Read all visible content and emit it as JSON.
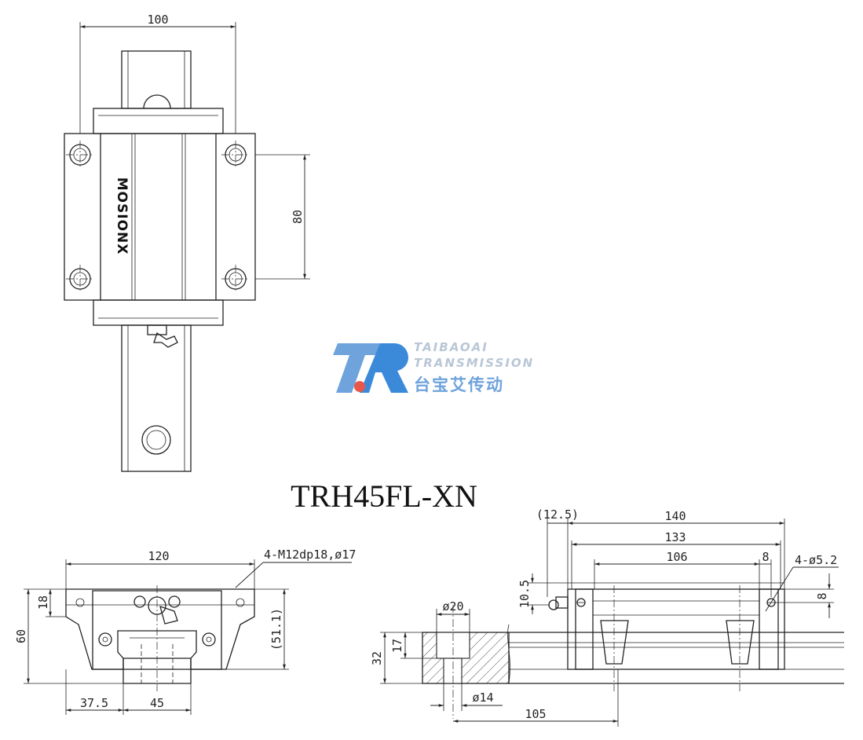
{
  "title": "TRH45FL-XN",
  "brand_logo_text": "MOSIONX",
  "watermark": {
    "line1": "TAIBAOAI",
    "line2": "TRANSMISSION",
    "line3": "台宝艾传动",
    "colors": {
      "light": "#6fa3db",
      "dark": "#3b8ad9",
      "dot": "#e8574a"
    }
  },
  "top_view": {
    "width_dim": "100",
    "hole_pitch_dim": "80"
  },
  "front_view": {
    "width_dim": "120",
    "hole_callout": "4-M12dp18,ø17",
    "height_dim": "60",
    "flange_dim": "18",
    "rail_top_dim": "(51.1)",
    "offset_dim": "37.5",
    "rail_width_dim": "45"
  },
  "side_view": {
    "lube_dim": "(12.5)",
    "length_dim": "140",
    "body_dim": "133",
    "bolt_pitch_dim": "106",
    "end_dim": "8",
    "pin_callout": "4-ø5.2",
    "pin_height_dim": "8",
    "nipple_height_dim": "10.5",
    "rail_hole_dim": "ø20",
    "rail_bore_dim": "ø14",
    "rail_height_dim": "32",
    "counterbore_dim": "17",
    "rail_pitch_dim": "105"
  }
}
